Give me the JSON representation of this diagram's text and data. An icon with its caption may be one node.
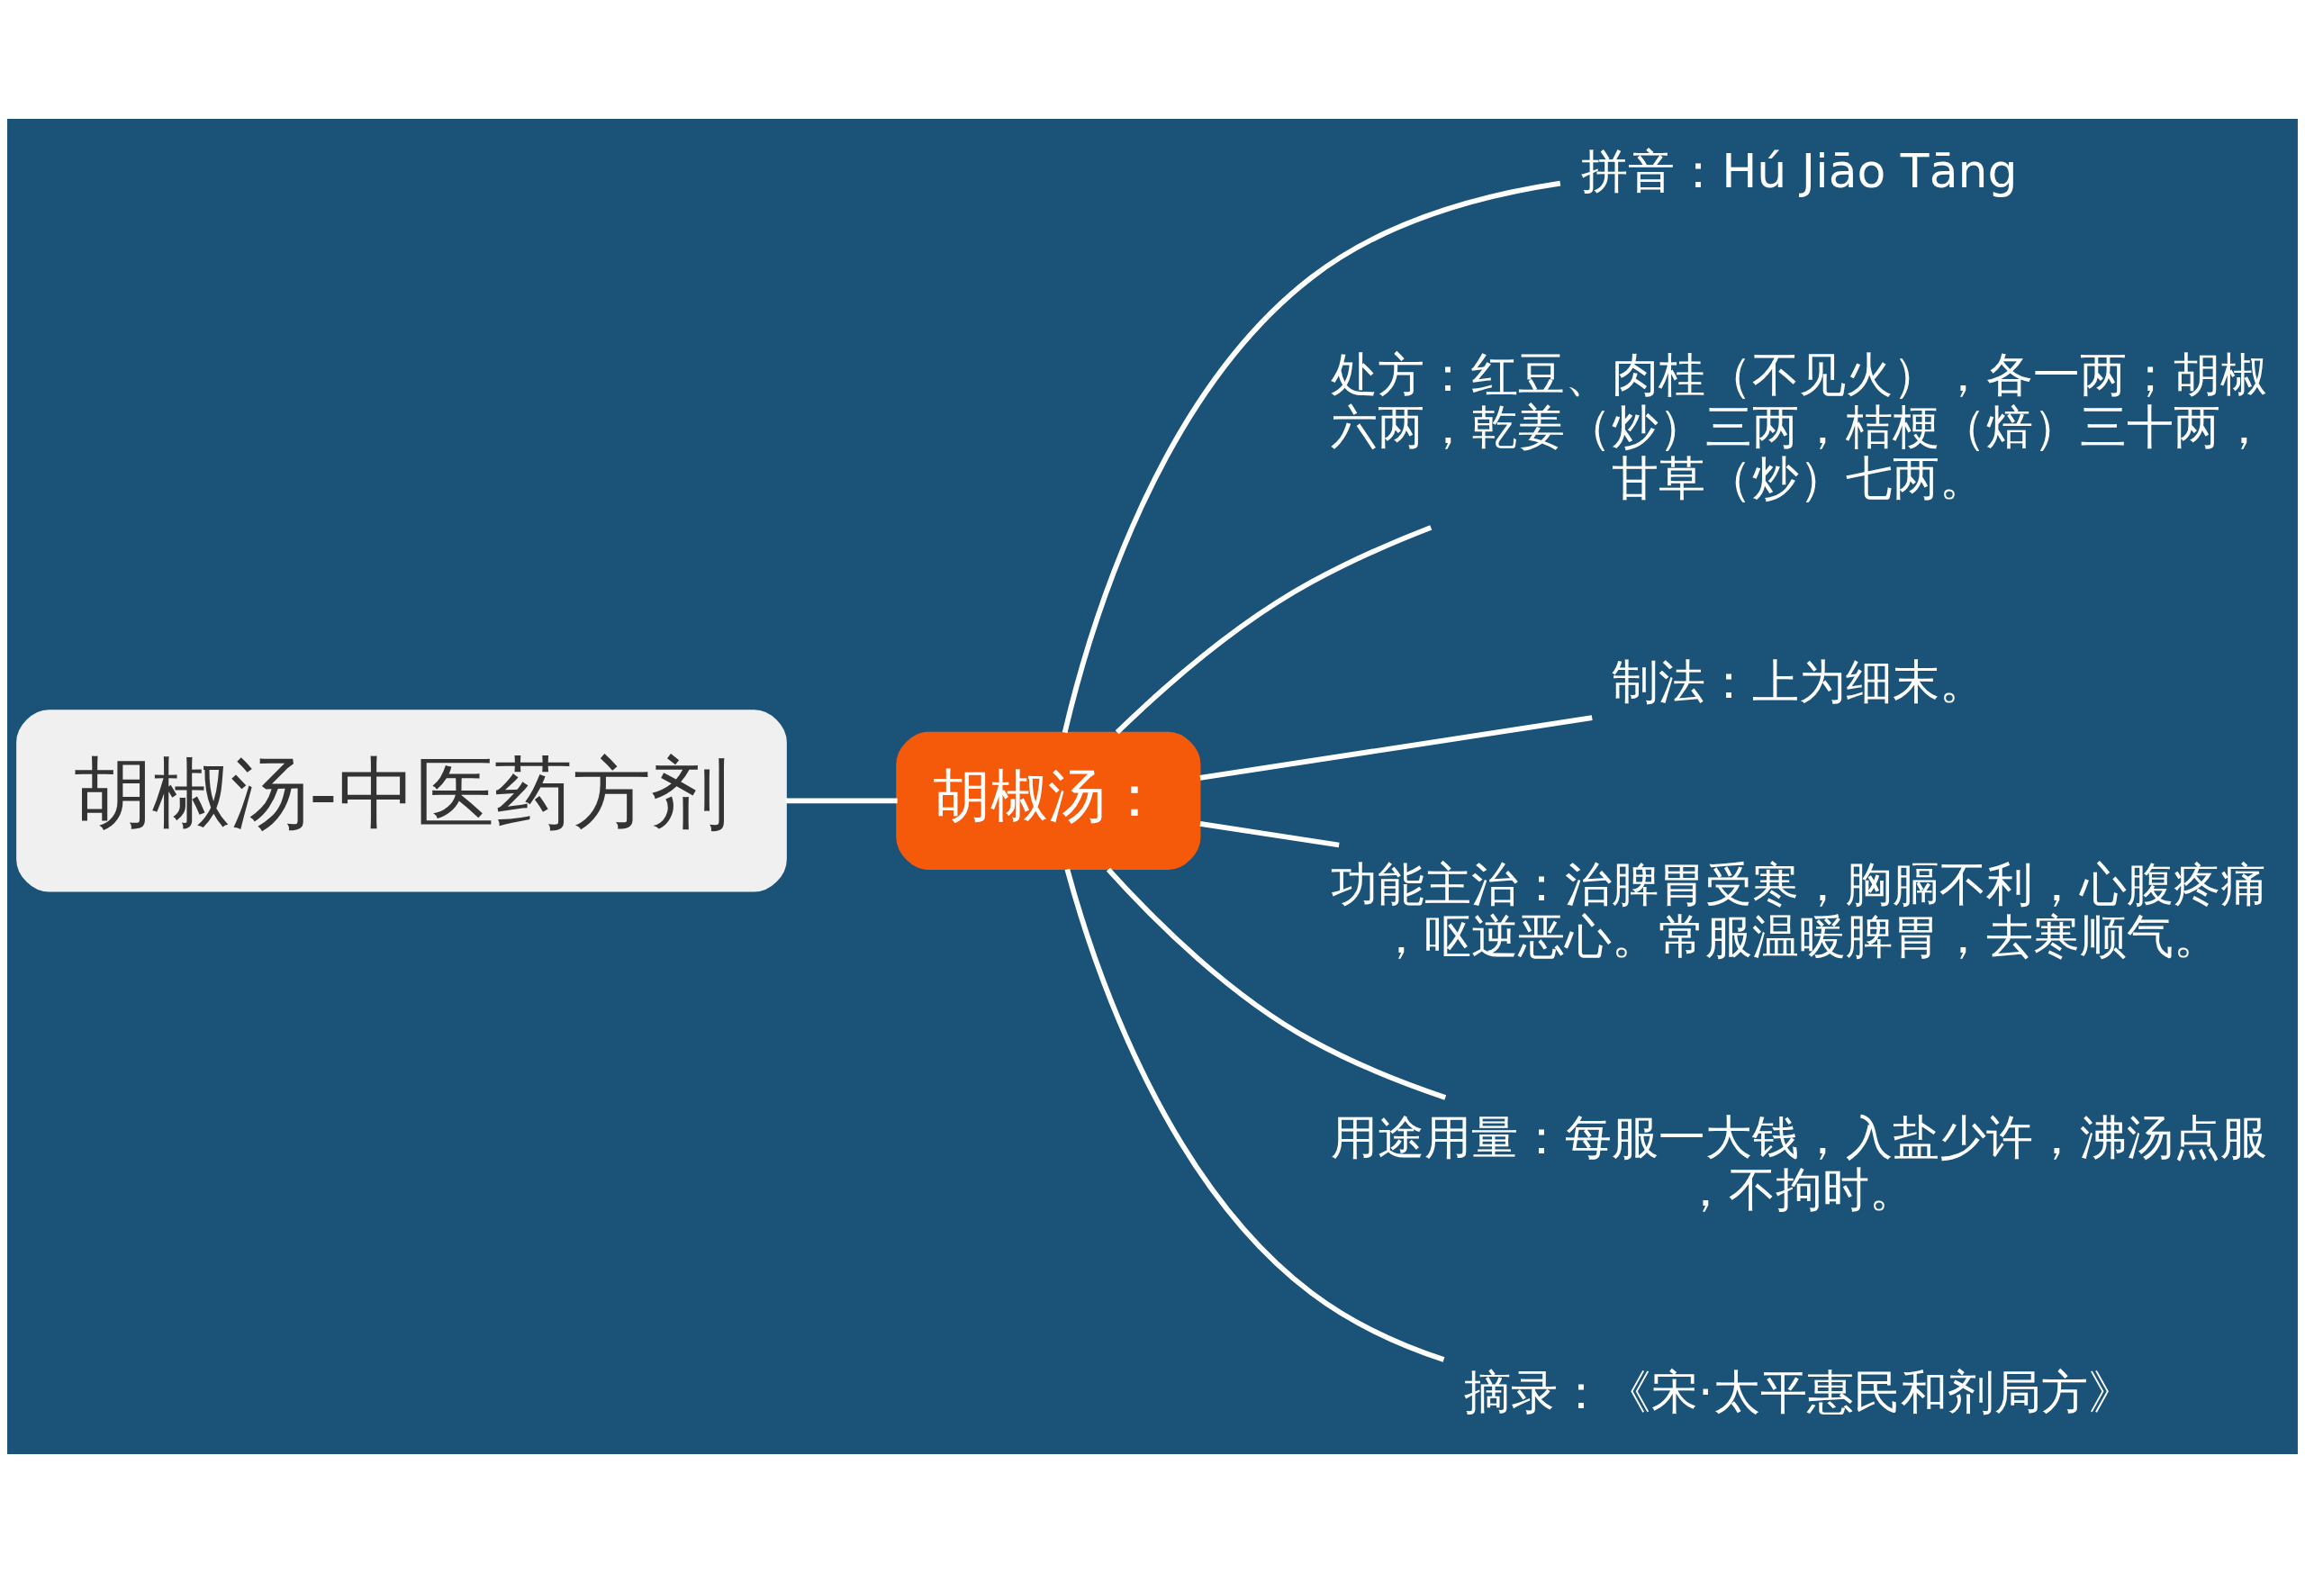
{
  "diagram": {
    "nodes": [
      {
        "text": [
          "胡椒汤-中医药方剂"
        ]
      },
      {
        "text": [
          "胡椒汤："
        ]
      },
      {
        "text": [
          "拼音：Hú Jiāo Tāng"
        ]
      },
      {
        "text": [
          "处方：红豆、肉桂（不见火），各一两；胡椒六两，乾姜（炒）三两，桔梗（焙）三十两，甘草（炒）七两。"
        ]
      },
      {
        "text": [
          "制法：上为细末。"
        ]
      },
      {
        "text": [
          "功能主治：治脾胃受寒，胸膈不利，心腹疼痛，呕逆恶心。常服温暖脾胃，去寒顺气。"
        ]
      },
      {
        "text": [
          "用途用量：每服一大钱，入盐少许，沸汤点服，不拘时。"
        ]
      },
      {
        "text": [
          "摘录：《宋·太平惠民和剂局方》"
        ]
      }
    ],
    "edges": [
      {
        "from": 0,
        "to": 1,
        "arrow": "none"
      },
      {
        "from": 1,
        "to": 2,
        "arrow": "none"
      },
      {
        "from": 1,
        "to": 3,
        "arrow": "none"
      },
      {
        "from": 1,
        "to": 4,
        "arrow": "none"
      },
      {
        "from": 1,
        "to": 5,
        "arrow": "none"
      },
      {
        "from": 1,
        "to": 6,
        "arrow": "none"
      },
      {
        "from": 1,
        "to": 7,
        "arrow": "none"
      }
    ]
  }
}
